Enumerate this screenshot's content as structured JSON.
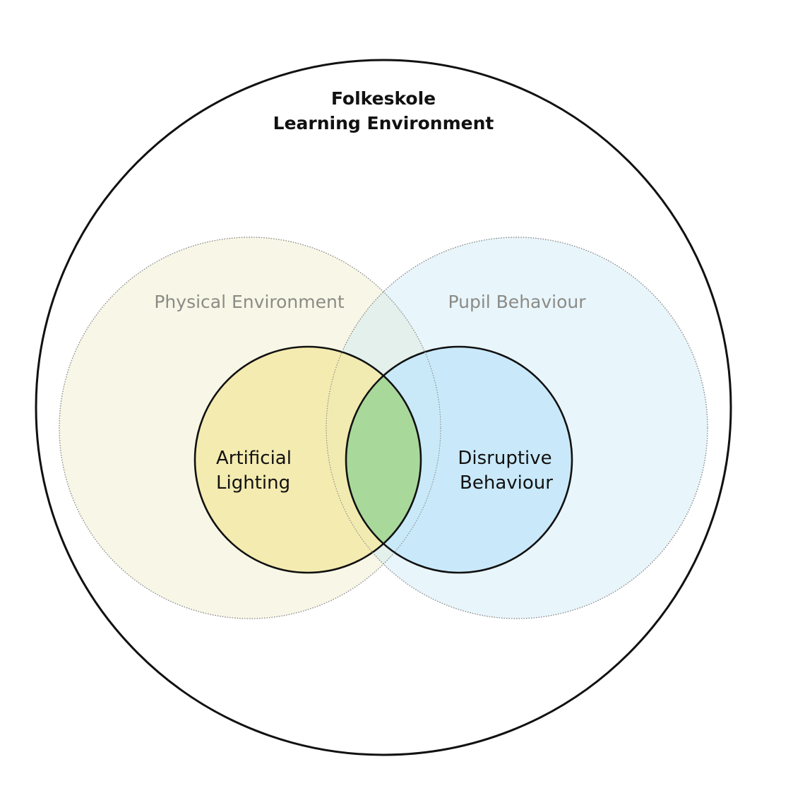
{
  "title": {
    "line1": "Folkeskole",
    "line2": "Learning Environment"
  },
  "sets": {
    "physical_environment": {
      "label": "Physical Environment",
      "fill": "#f7f6e5"
    },
    "pupil_behaviour": {
      "label": "Pupil Behaviour",
      "fill": "#d9eef9"
    },
    "artificial_lighting": {
      "line1": "Artificial",
      "line2": "Lighting",
      "fill": "#f3ebb2"
    },
    "disruptive_behaviour": {
      "line1": "Disruptive",
      "line2": "Behaviour",
      "fill": "#cbe8f8"
    },
    "overlap": {
      "fill": "#a9d89b"
    }
  },
  "colors": {
    "outline": "#111111",
    "dotted_outline": "#8f8f8f",
    "region_text": "#8b8b86"
  }
}
